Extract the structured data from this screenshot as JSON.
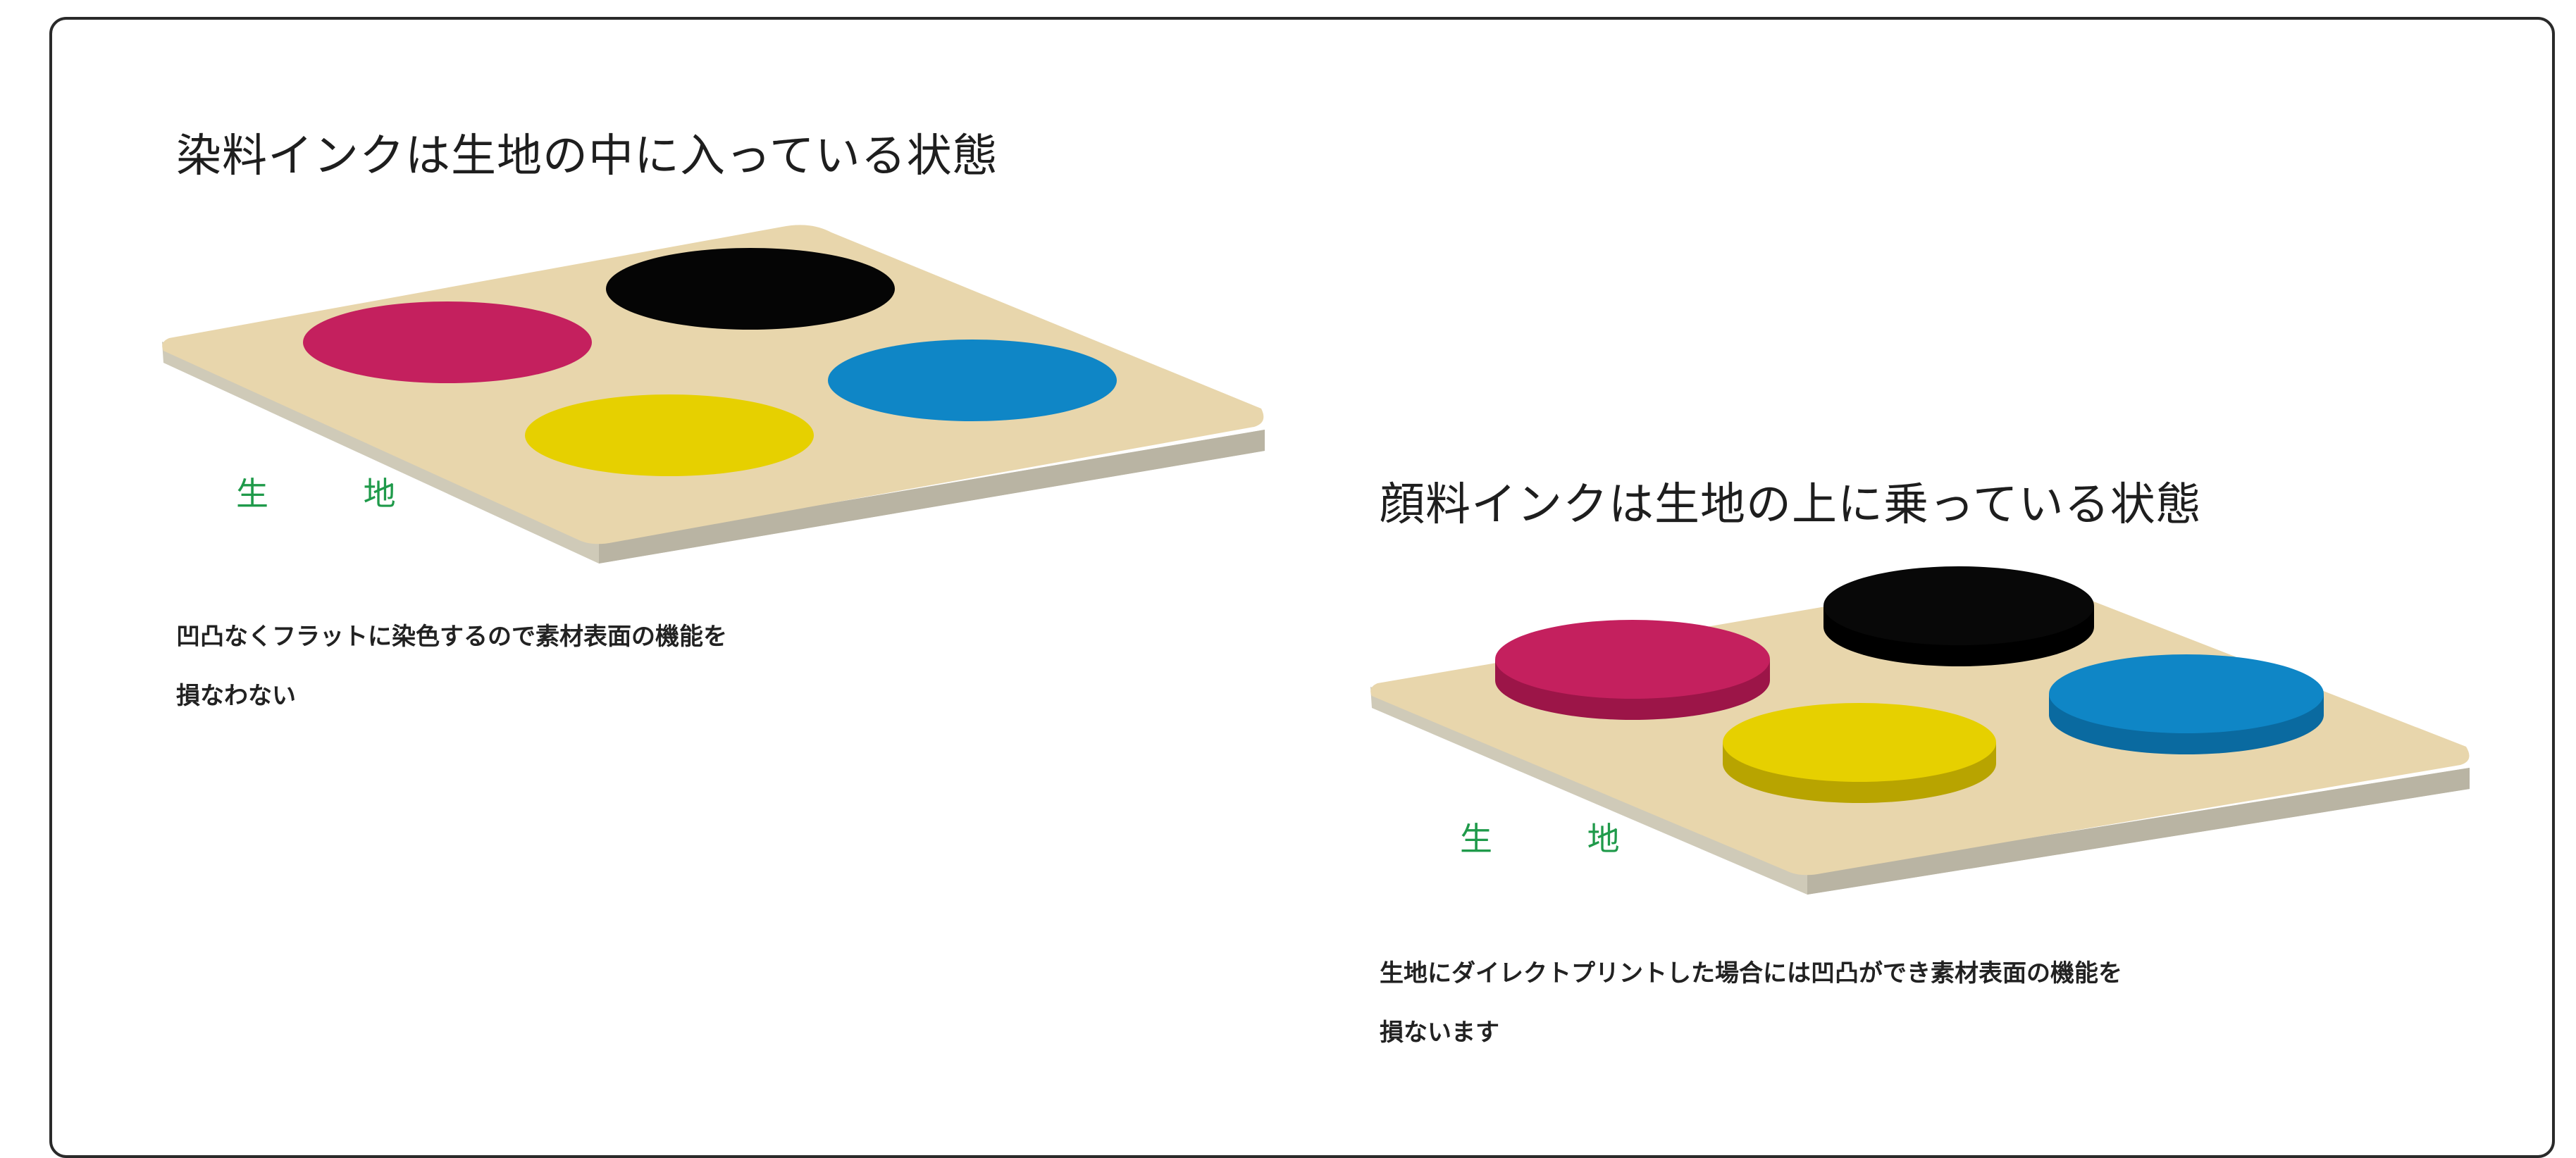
{
  "colors": {
    "fabric_top": "#e8d6ac",
    "fabric_edge": "#cfcab8",
    "fabric_edge_dark": "#a9a595",
    "magenta": "#c4205e",
    "black": "#050505",
    "cyan": "#0f86c6",
    "yellow": "#e6d000",
    "label_green": "#1f9a4a"
  },
  "dye": {
    "title": "染料インクは生地の中に入っている状態",
    "fabric_label": "生 地",
    "caption_lines": [
      "凹凸なくフラットに染色するので素材表面の機能を",
      "損なわない"
    ],
    "inks": [
      "magenta-ink",
      "black-ink",
      "cyan-ink",
      "yellow-ink"
    ]
  },
  "pigment": {
    "title": "顔料インクは生地の上に乗っている状態",
    "fabric_label": "生 地",
    "caption_lines": [
      "生地にダイレクトプリントした場合には凹凸ができ素材表面の機能を",
      "損ないます"
    ],
    "inks": [
      "magenta-ink",
      "black-ink",
      "cyan-ink",
      "yellow-ink"
    ]
  }
}
